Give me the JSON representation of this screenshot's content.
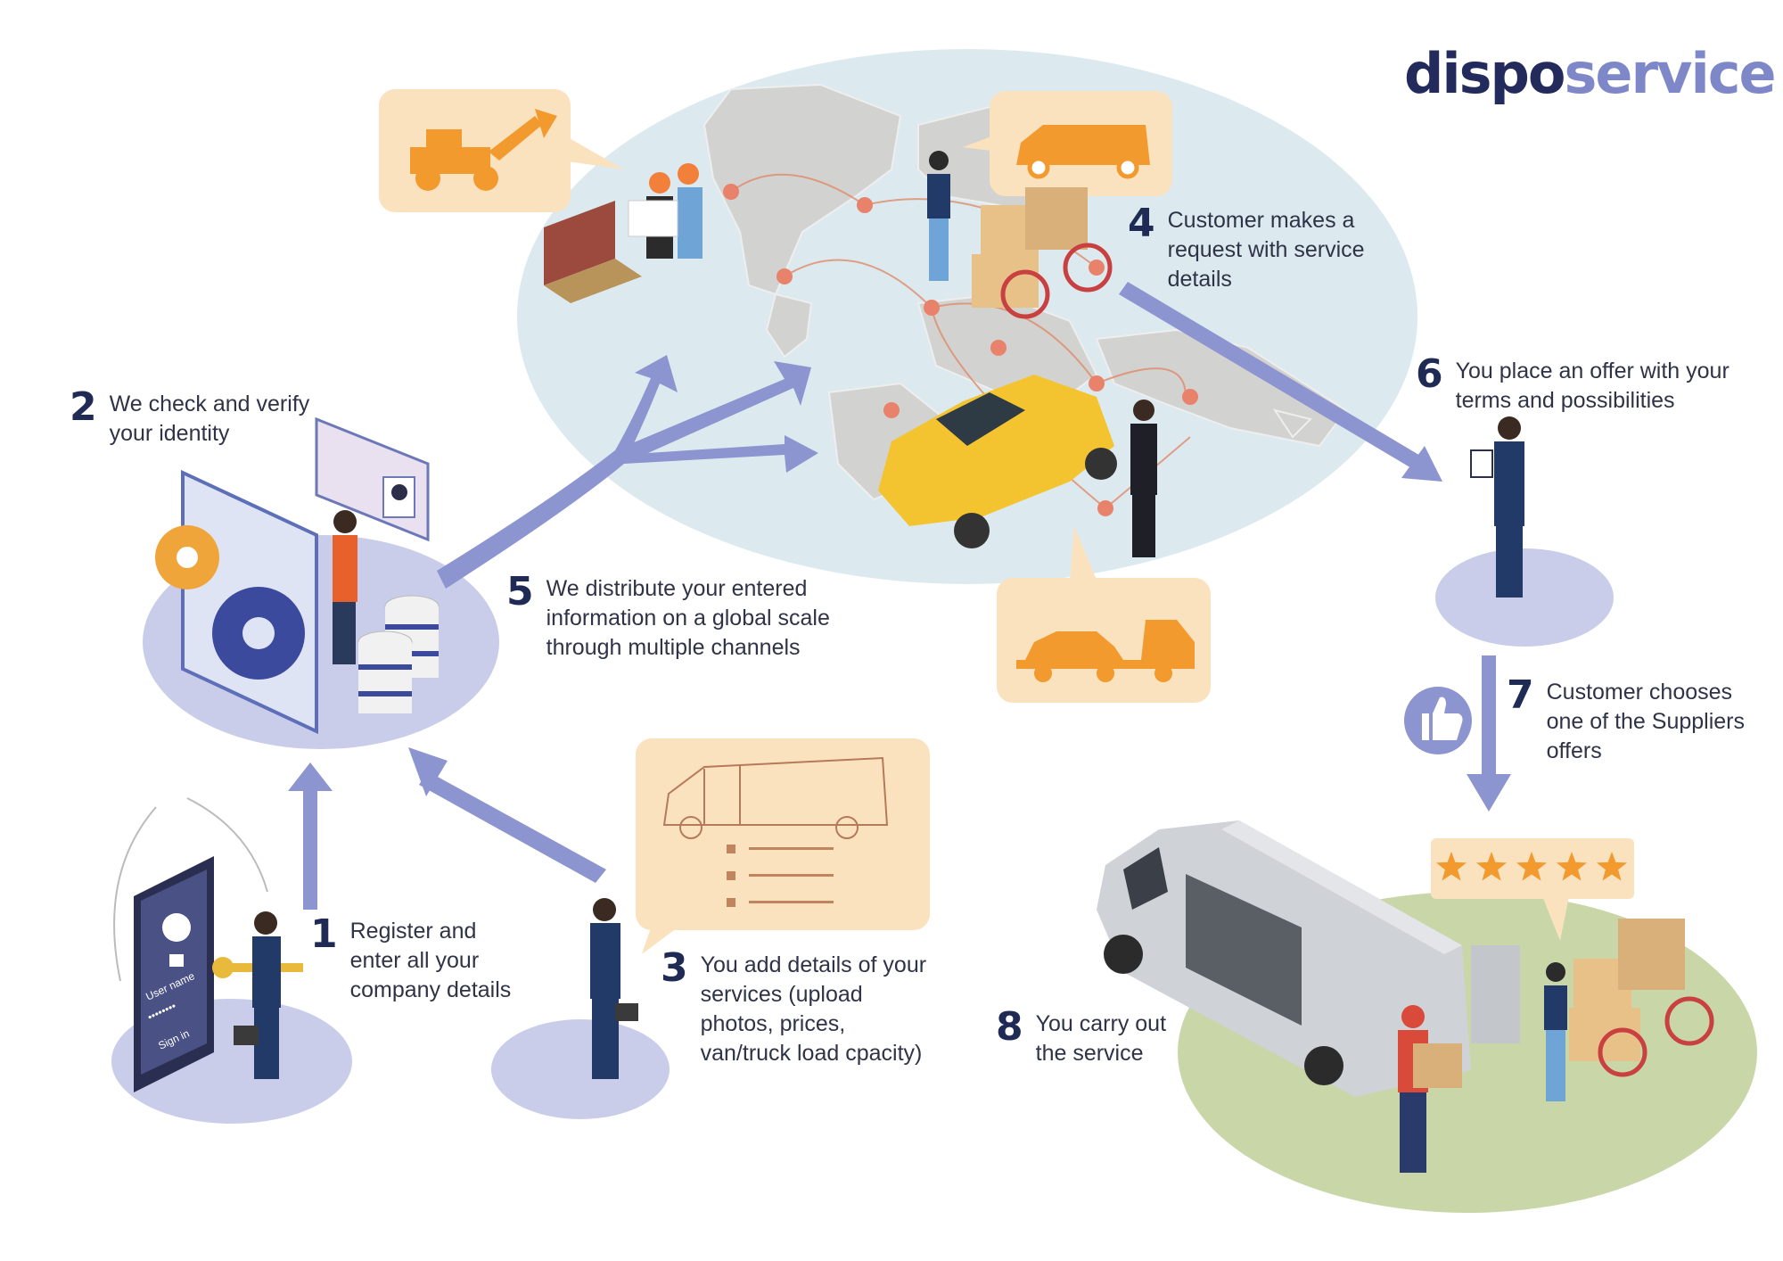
{
  "logo": {
    "part1": "dispo",
    "part2": "service"
  },
  "steps": [
    {
      "num": "1",
      "text": "Register and\nenter all your\ncompany details"
    },
    {
      "num": "2",
      "text": "We check and verify\nyour identity"
    },
    {
      "num": "3",
      "text": "You add details of your\nservices (upload\nphotos, prices,\nvan/truck load cpacity)"
    },
    {
      "num": "4",
      "text": "Customer makes a\nrequest with service\ndetails"
    },
    {
      "num": "5",
      "text": "We distribute your entered\ninformation on a global scale\nthrough multiple channels"
    },
    {
      "num": "6",
      "text": "You place an offer with your\nterms and possibilities"
    },
    {
      "num": "7",
      "text": "Customer chooses\none of the Suppliers\noffers"
    },
    {
      "num": "8",
      "text": "You carry out\nthe service"
    }
  ],
  "login_screen": {
    "username": "User name",
    "password": "••••••••",
    "signin": "Sign in"
  },
  "rating": {
    "stars": 5,
    "max": 5
  },
  "colors": {
    "navy": "#1f2a55",
    "arrow": "#8c95cf",
    "platform": "#c9cde9",
    "map_bg": "#dceaf0",
    "bubble": "#fbe2bf",
    "orange": "#f29a2e",
    "field": "#c8d6a8"
  }
}
